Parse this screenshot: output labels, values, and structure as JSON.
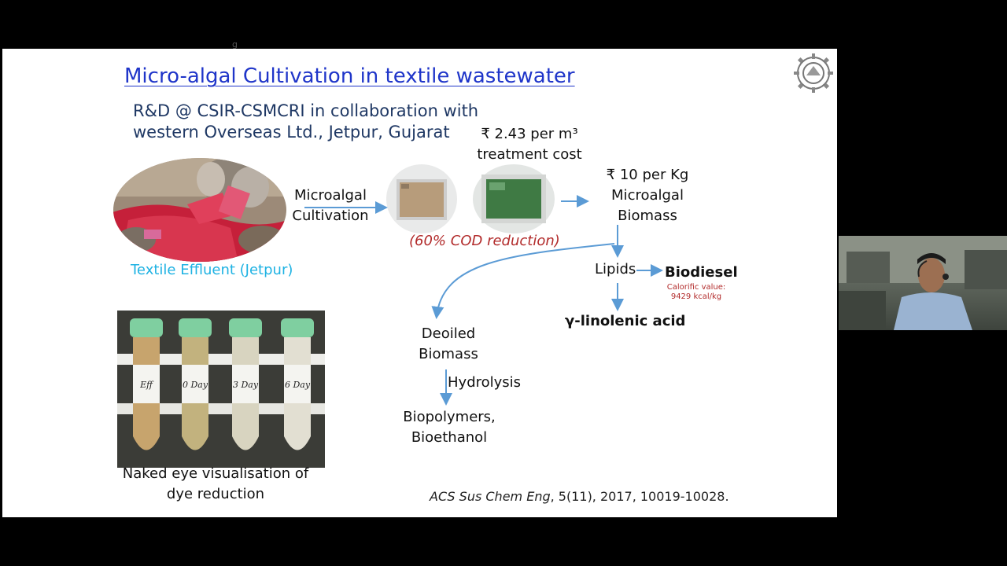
{
  "slide": {
    "title": "Micro-algal Cultivation in textile wastewater",
    "subtitle_line1": "R&D @ CSIR-CSMCRI in collaboration with",
    "subtitle_line2": "western Overseas Ltd., Jetpur, Gujarat",
    "cost_line1": "₹ 2.43 per m³",
    "cost_line2": "treatment cost",
    "microalgal_cultivation_line1": "Microalgal",
    "microalgal_cultivation_line2": "Cultivation",
    "cod_reduction": "(60% COD reduction)",
    "textile_effluent": "Textile Effluent (Jetpur)",
    "biomass_price": "₹ 10 per Kg",
    "biomass_line1": "Microalgal",
    "biomass_line2": "Biomass",
    "lipids": "Lipids",
    "biodiesel": "Biodiesel",
    "calorific_line1": "Calorific value:",
    "calorific_line2": "9429 kcal/kg",
    "gla": "γ-linolenic acid",
    "deoiled_line1": "Deoiled",
    "deoiled_line2": "Biomass",
    "hydrolysis": "Hydrolysis",
    "products_line1": "Biopolymers,",
    "products_line2": "Bioethanol",
    "tube_labels": [
      "Eff",
      "0 Day",
      "3 Day",
      "6 Day"
    ],
    "caption_line1": "Naked eye visualisation of",
    "caption_line2": "dye reduction",
    "citation_journal": "ACS Sus Chem Eng",
    "citation_rest": ", 5(11), 2017, 10019-10028."
  },
  "colors": {
    "title": "#1f35c9",
    "subtitle": "#1f3864",
    "arrow": "#5b9bd5",
    "effluent_label": "#1eb2e3",
    "red_text": "#b22b2b",
    "tube_cap": "#7fcfa0"
  },
  "icons": {
    "logo": "gear-emblem-icon"
  }
}
